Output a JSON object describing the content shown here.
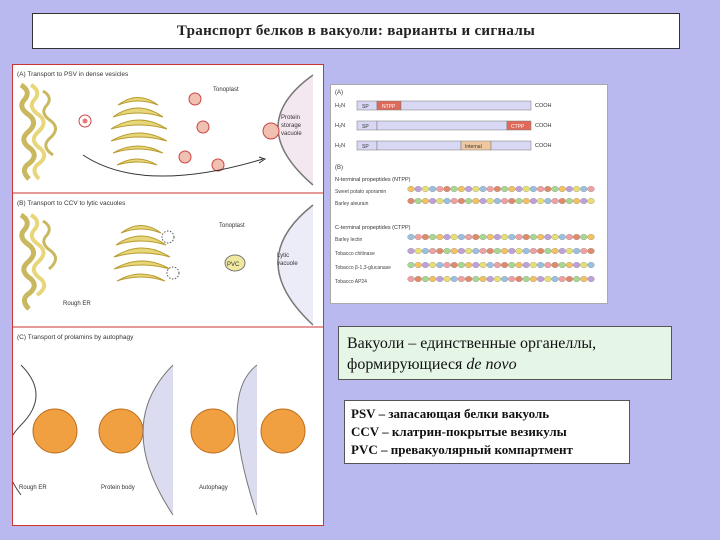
{
  "title": "Транспорт белков в вакуоли: варианты и сигналы",
  "left_figure": {
    "panel_a_heading": "(A)   Transport to PSV in dense vesicles",
    "panel_b_heading": "(B)   Transport to CCV to lytic vacuoles",
    "panel_c_heading": "(C)   Transport of prolamins by autophagy",
    "tonoplast_a": "Tonoplast",
    "protein_storage_vacuole": [
      "Protein",
      "storage",
      "vacuole"
    ],
    "tonoplast_b": "Tonoplast",
    "pvc_label": "PVC",
    "lytic_vacuole": [
      "Lytic",
      "vacuole"
    ],
    "rough_er_b": "Rough ER",
    "rough_er_c": "Rough ER",
    "protein_body": "Protein body",
    "autophagy": "Autophagy"
  },
  "right_figure": {
    "panel_a": "(A)",
    "panel_b": "(B)",
    "h2n": "H₂N",
    "cooh": "COOH",
    "sp": "SP",
    "ntpp": "NTPP",
    "ctpp": "CTPP",
    "internal": "Internal",
    "ntpp_heading": "N-terminal propeptides (NTPP)",
    "ntpp_rows": [
      "Sweet potato sporamin",
      "Barley aleurain"
    ],
    "ctpp_heading": "C-terminal propeptides (CTPP)",
    "ctpp_rows": [
      "Barley lectin",
      "Tobacco chitinase",
      "Tobacco β-1,3-glucanase",
      "Tobacco AP24"
    ]
  },
  "note_green": {
    "line1": "Вакуоли – единственные органеллы,",
    "line2_prefix": "формирующиеся ",
    "line2_italic": "de novo"
  },
  "note_white": [
    "PSV – запасающая белки вакуоль",
    "CCV – клатрин-покрытые везикулы",
    "PVC – превакуолярный компартмент"
  ],
  "colors": {
    "background": "#b9b9f0",
    "golgi": "#e8d67a",
    "protein_body": "#f0a040",
    "vacuole": "#dcdcf0",
    "sp_segment": "#d8d8f4",
    "ntpp_segment": "#e06a5a",
    "ctpp_segment": "#e06a5a",
    "internal_segment": "#f0c8a0"
  }
}
